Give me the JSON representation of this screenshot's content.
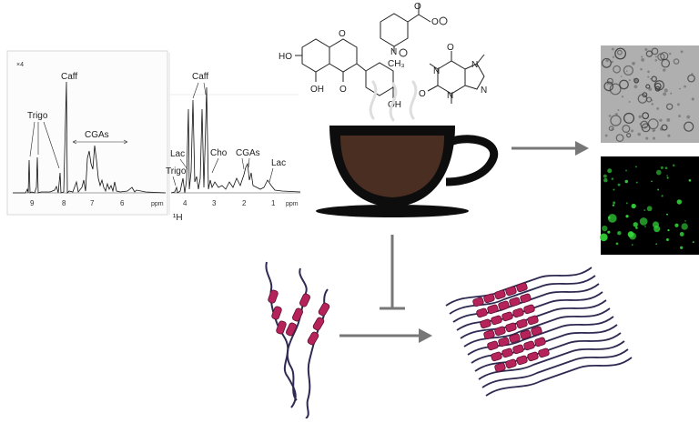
{
  "nmr_left": {
    "scale_note": "×4",
    "labels": {
      "caff": "Caff",
      "trigo": "Trigo",
      "cgas": "CGAs"
    },
    "ticks": [
      "9",
      "8",
      "7",
      "6"
    ],
    "unit": "ppm"
  },
  "nmr_right": {
    "labels": {
      "caff": "Caff",
      "lac_left": "Lac",
      "trigo": "Trigo",
      "cho": "Cho",
      "cgas": "CGAs",
      "lac_right": "Lac"
    },
    "ticks": [
      "4",
      "3",
      "2",
      "1"
    ],
    "unit": "ppm",
    "axis_nucleus": "¹H"
  },
  "molecules": {
    "isoflavone": {
      "oh1": "HO",
      "oh2": "OH",
      "oh3": "OH",
      "o1": "O",
      "o2": "O"
    },
    "trigonelline": {
      "n_plus": "N",
      "ch3": "CH₃",
      "o1": "O",
      "o2": "O"
    },
    "caffeine": {
      "o1": "O",
      "o2": "O",
      "n1": "N",
      "n2": "N",
      "n3": "N",
      "n4": "N"
    }
  },
  "colors": {
    "coffee": "#4a2e22",
    "cup": "#0d0d0d",
    "arrow": "#777777",
    "fibril": "#b5235a",
    "chain": "#2e2a52",
    "fluor": "#35d93a"
  }
}
